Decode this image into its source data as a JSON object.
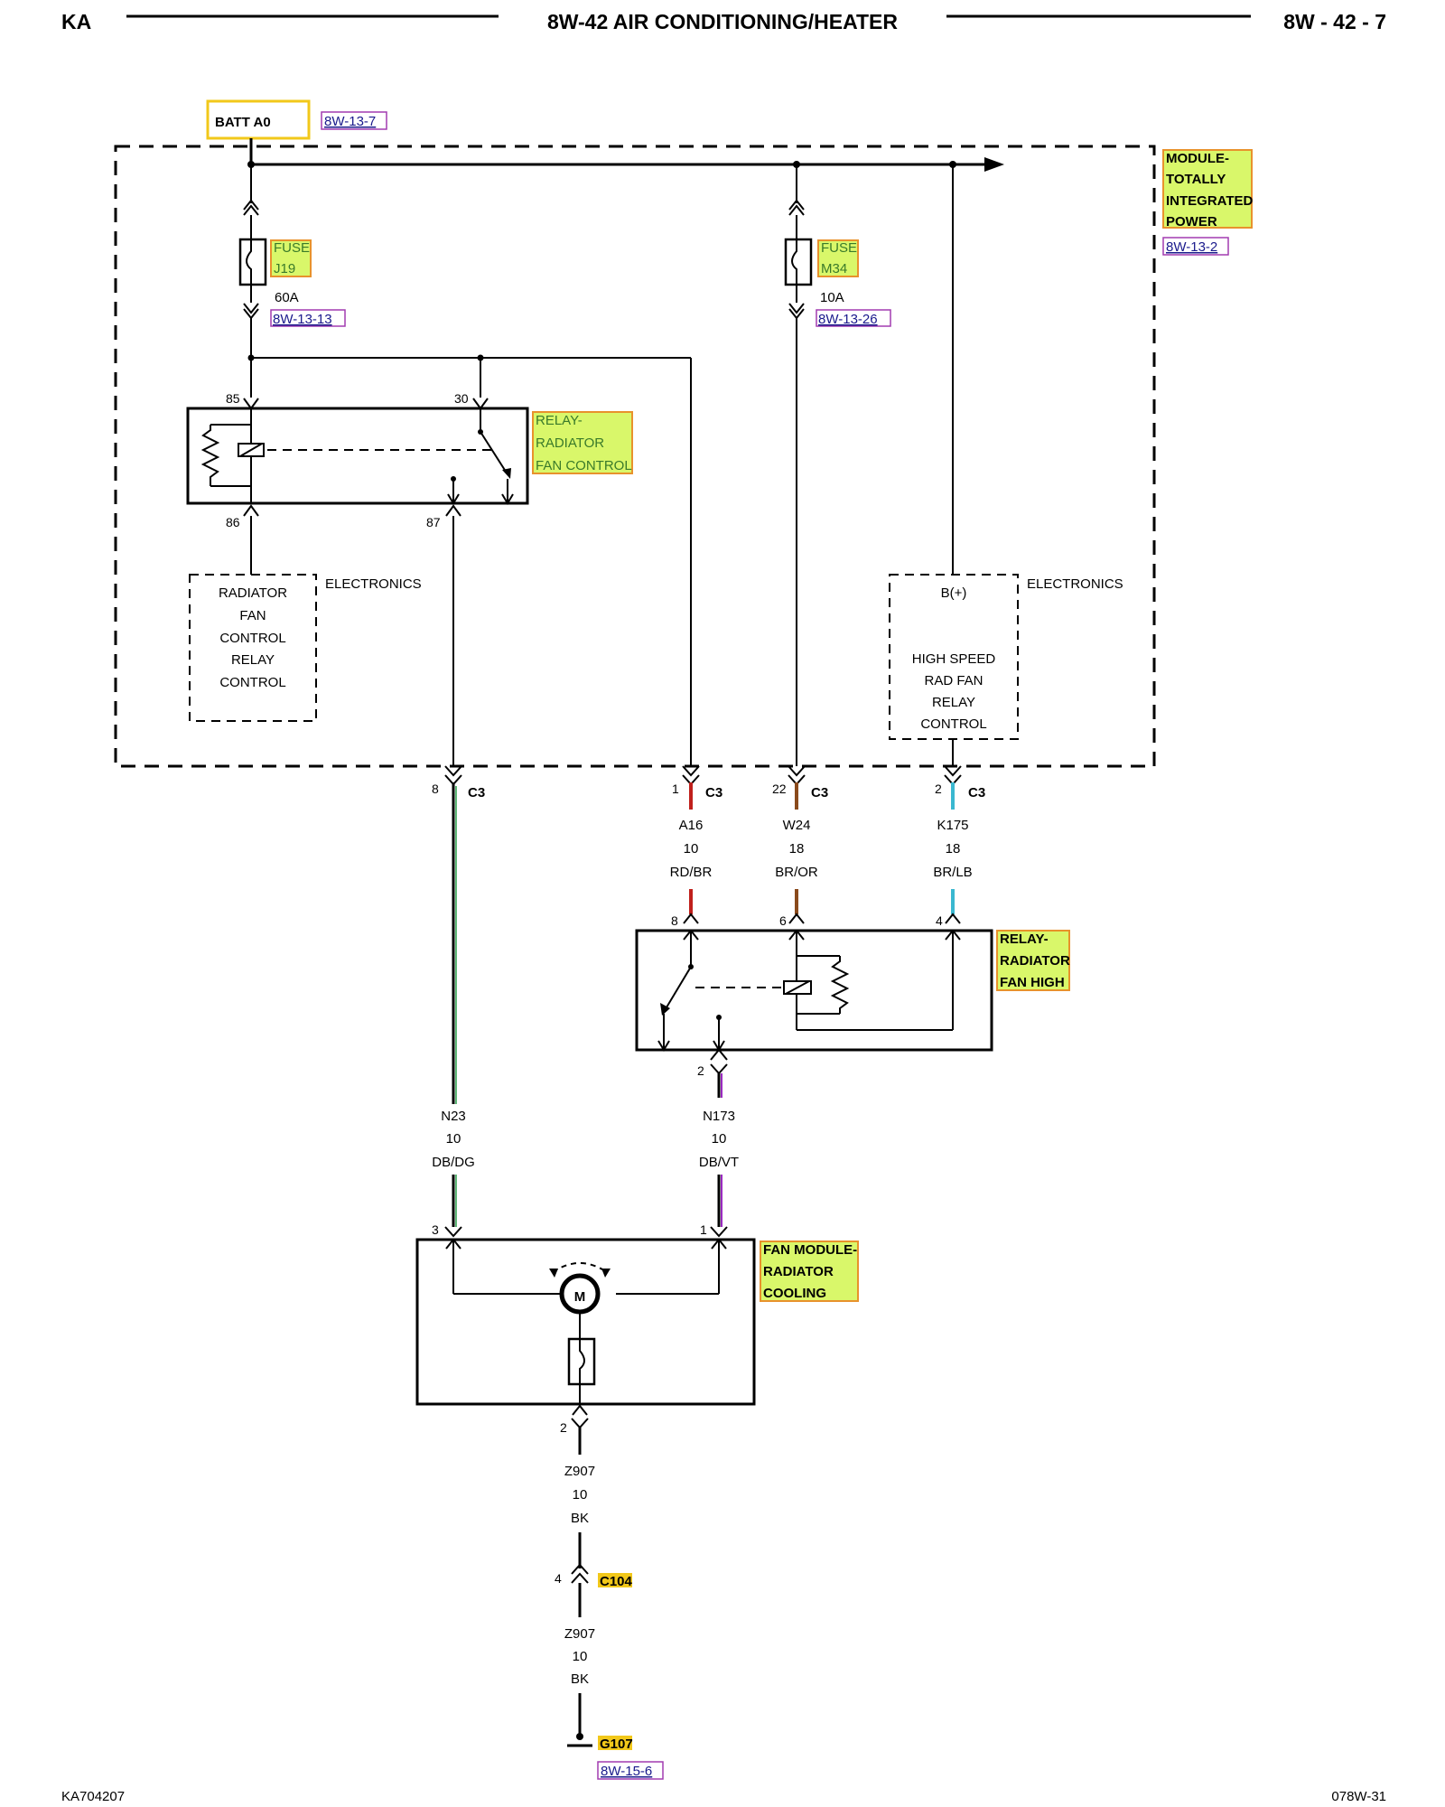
{
  "header": {
    "left": "KA",
    "title": "8W-42 AIR CONDITIONING/HEATER",
    "right": "8W - 42 - 7"
  },
  "footer": {
    "left": "KA704207",
    "right": "078W-31"
  },
  "batt": {
    "label": "BATT A0",
    "ref": "8W-13-7"
  },
  "tipm": {
    "label_lines": [
      "MODULE-",
      "TOTALLY",
      "INTEGRATED",
      "POWER"
    ],
    "ref": "8W-13-2"
  },
  "fuse_j19": {
    "lines": [
      "FUSE",
      "J19"
    ],
    "rating": "60A",
    "ref": "8W-13-13"
  },
  "fuse_m34": {
    "lines": [
      "FUSE",
      "M34"
    ],
    "rating": "10A",
    "ref": "8W-13-26"
  },
  "relay_fan_control": {
    "label_lines": [
      "RELAY-",
      "RADIATOR",
      "FAN CONTROL"
    ],
    "pins": {
      "p85": "85",
      "p30": "30",
      "p86": "86",
      "p87": "87"
    }
  },
  "electronics_left": {
    "tag": "ELECTRONICS",
    "lines": [
      "RADIATOR",
      "FAN",
      "CONTROL",
      "RELAY",
      "CONTROL"
    ]
  },
  "electronics_right": {
    "tag": "ELECTRONICS",
    "top": "B(+)",
    "lines": [
      "HIGH SPEED",
      "RAD FAN",
      "RELAY",
      "CONTROL"
    ]
  },
  "connector_c3": {
    "label": "C3",
    "pins": [
      "8",
      "1",
      "22",
      "2"
    ]
  },
  "wires": {
    "a16": {
      "circuit": "A16",
      "gauge": "10",
      "color": "RD/BR"
    },
    "w24": {
      "circuit": "W24",
      "gauge": "18",
      "color": "BR/OR"
    },
    "k175": {
      "circuit": "K175",
      "gauge": "18",
      "color": "BR/LB"
    },
    "n23": {
      "circuit": "N23",
      "gauge": "10",
      "color": "DB/DG"
    },
    "n173": {
      "circuit": "N173",
      "gauge": "10",
      "color": "DB/VT"
    },
    "z907a": {
      "circuit": "Z907",
      "gauge": "10",
      "color": "BK"
    },
    "z907b": {
      "circuit": "Z907",
      "gauge": "10",
      "color": "BK"
    }
  },
  "relay_fan_high": {
    "label_lines": [
      "RELAY-",
      "RADIATOR",
      "FAN HIGH"
    ],
    "pins": {
      "p8": "8",
      "p6": "6",
      "p4": "4",
      "p2": "2"
    }
  },
  "fan_module": {
    "label_lines": [
      "FAN MODULE-",
      "RADIATOR",
      "COOLING"
    ],
    "pins": {
      "p3": "3",
      "p1": "1",
      "p2": "2"
    },
    "motor": "M"
  },
  "c104": {
    "label": "C104",
    "pin": "4"
  },
  "g107": {
    "label": "G107",
    "ref": "8W-15-6"
  },
  "colors": {
    "highlight_fill": "#d9f76a",
    "highlight_border": "#e8922c",
    "ref_text": "#1a1a8c",
    "wire_red": "#c0201c",
    "wire_brown": "#8a4a1c",
    "wire_orange": "#e07a1c",
    "wire_lightblue": "#3ab8d0",
    "wire_green": "#2aa04a",
    "wire_violet": "#9a2ac0",
    "wire_darkblue": "#1a1a6a"
  }
}
